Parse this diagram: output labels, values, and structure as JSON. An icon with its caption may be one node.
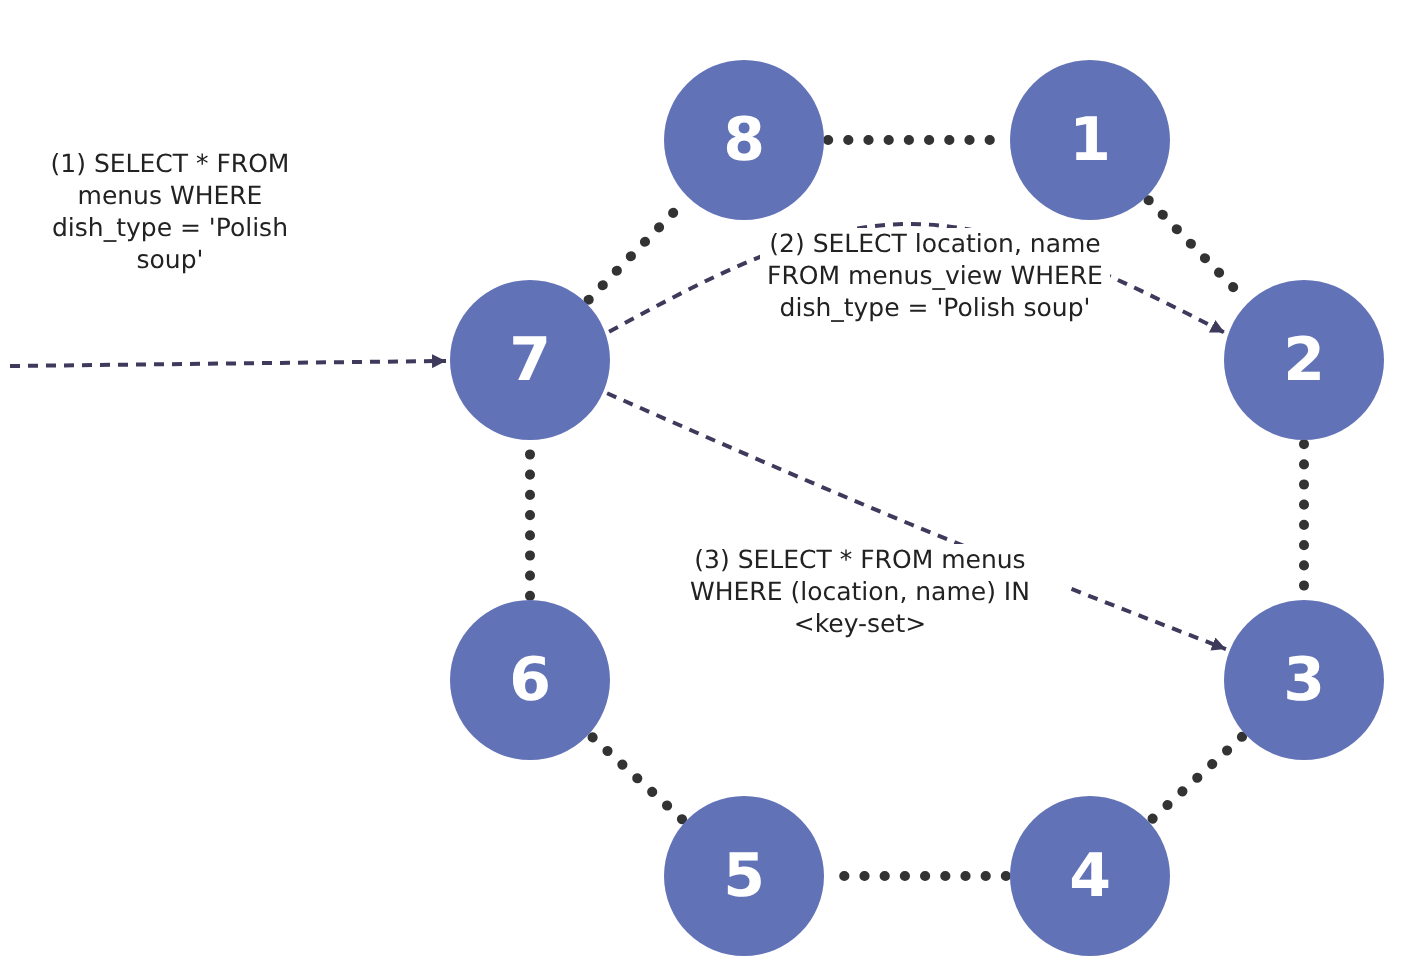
{
  "diagram": {
    "nodes": [
      {
        "text": [
          "8"
        ]
      },
      {
        "text": [
          "1"
        ]
      },
      {
        "text": [
          "7"
        ]
      },
      {
        "text": [
          "2"
        ]
      },
      {
        "text": [
          "6"
        ]
      },
      {
        "text": [
          "3"
        ]
      },
      {
        "text": [
          "5"
        ]
      },
      {
        "text": [
          "4"
        ]
      }
    ],
    "edges": [
      {
        "from": 0,
        "to": 1,
        "arrow": "none"
      },
      {
        "from": 1,
        "to": 3,
        "arrow": "none"
      },
      {
        "from": 3,
        "to": 5,
        "arrow": "none"
      },
      {
        "from": 5,
        "to": 7,
        "arrow": "none"
      },
      {
        "from": 7,
        "to": 6,
        "arrow": "none"
      },
      {
        "from": 6,
        "to": 4,
        "arrow": "none"
      },
      {
        "from": 4,
        "to": 2,
        "arrow": "none"
      },
      {
        "from": 2,
        "to": 0,
        "arrow": "none"
      },
      {
        "from": null,
        "to": 2,
        "arrow": "to",
        "style": "dashed",
        "color": "#3d3a5c",
        "label": "(1) SELECT * FROM menus WHERE dish_type = 'Polish soup'"
      },
      {
        "from": 2,
        "to": 3,
        "arrow": "to",
        "style": "dashed",
        "color": "#3d3a5c",
        "label": "(2) SELECT location, name FROM menus_view WHERE dish_type = 'Polish soup'"
      },
      {
        "from": 2,
        "to": 5,
        "arrow": "to",
        "style": "dashed",
        "color": "#3d3a5c",
        "label": "(3) SELECT * FROM menus WHERE (location, name) IN <key-set>"
      }
    ]
  }
}
